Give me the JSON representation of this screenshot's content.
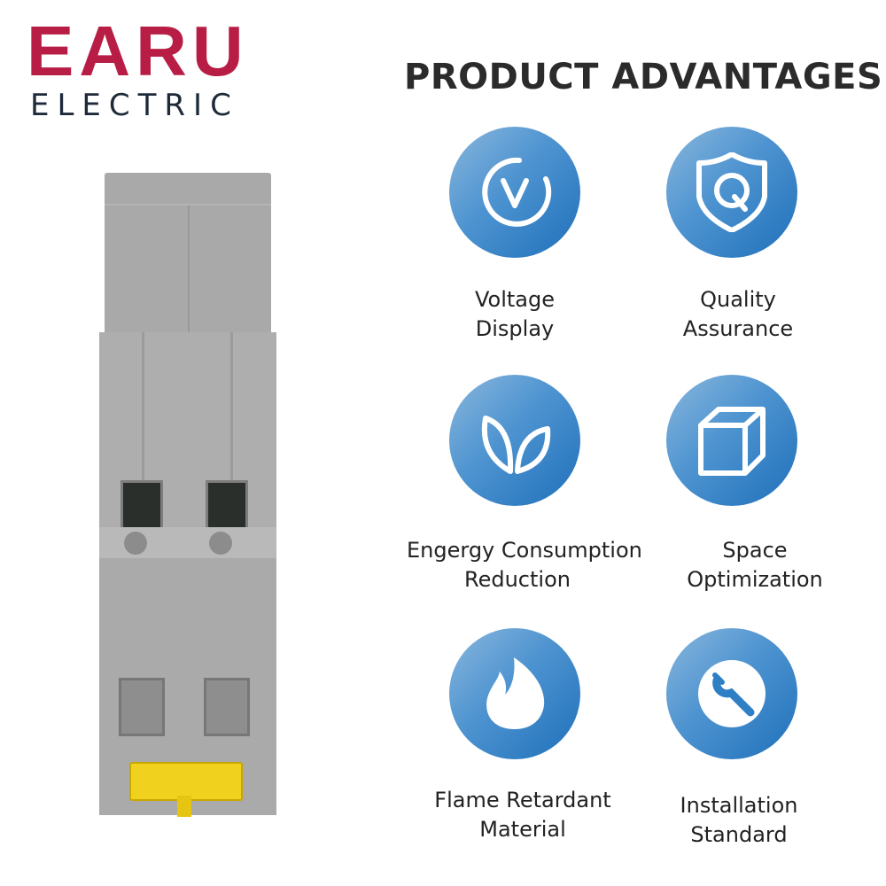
{
  "brand": {
    "name": "EARU",
    "subtitle": "ELECTRIC",
    "name_color": "#b81e45",
    "subtitle_color": "#1e2a3a"
  },
  "heading": "PRODUCT ADVANTAGES",
  "accent": "#2f7fc4",
  "features": [
    {
      "icon": "voltage-icon",
      "line1": "Voltage",
      "line2": "Display"
    },
    {
      "icon": "shield-q-icon",
      "line1": "Quality",
      "line2": "Assurance"
    },
    {
      "icon": "leaf-icon",
      "line1": "Engergy Consumption",
      "line2": "Reduction"
    },
    {
      "icon": "cube-icon",
      "line1": "Space",
      "line2": "Optimization"
    },
    {
      "icon": "flame-icon",
      "line1": "Flame Retardant",
      "line2": "Material"
    },
    {
      "icon": "wrench-icon",
      "line1": "Installation",
      "line2": "Standard"
    }
  ]
}
